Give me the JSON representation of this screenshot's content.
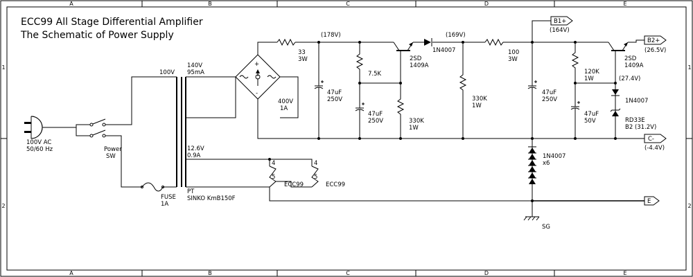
{
  "title_line1": "ECC99 All Stage Differential Amplifier",
  "title_line2": "The Schematic of Power Supply",
  "frame": {
    "cols": [
      "A",
      "B",
      "C",
      "D",
      "E"
    ],
    "rows": [
      "1",
      "2"
    ]
  },
  "labels": {
    "ac_in": "100V AC",
    "ac_freq": "50/60 Hz",
    "power_sw": "Power",
    "power_sw2": "SW",
    "fuse": "FUSE",
    "fuse_rating": "1A",
    "primary_v": "100V",
    "sec_hv_v": "140V",
    "sec_hv_i": "95mA",
    "sec_lv_v": "12.6V",
    "sec_lv_i": "0.9A",
    "pt": "PT",
    "pt_model": "SINKO KmB150F",
    "bridge_v": "400V",
    "bridge_i": "1A",
    "r1_val": "33",
    "r1_w": "3W",
    "node_178": "(178V)",
    "c1_val": "47uF",
    "c1_v": "250V",
    "r2_val": "7.5K",
    "c2_val": "47uF",
    "c2_v": "250V",
    "r3_val": "330K",
    "r3_w": "1W",
    "q1_name": "2SD",
    "q1_part": "1409A",
    "d1": "1N4007",
    "node_169": "(169V)",
    "r4_val": "330K",
    "r4_w": "1W",
    "r5_val": "100",
    "r5_w": "3W",
    "b1_tag": "B1+",
    "b1_v": "(164V)",
    "c3_val": "47uF",
    "c3_v": "250V",
    "r6_val": "120K",
    "r6_w": "1W",
    "c4_val": "47uF",
    "c4_v": "50V",
    "q2_name": "2SD",
    "q2_part": "1409A",
    "node_274": "(27.4V)",
    "d2": "1N4007",
    "zener": "RD33E",
    "zener_v": "B2 (31.2V)",
    "b2_tag": "B2+",
    "b2_v": "(26.5V)",
    "c_tag": "C-",
    "c_v": "(-4.4V)",
    "dstack": "1N4007",
    "dstack_n": "x6",
    "e_tag": "E",
    "sg": "SG",
    "tube1": "ECC99",
    "tube2": "ECC99",
    "pin4a": "4",
    "pin5a": "5",
    "pin4b": "4",
    "pin5b": "5",
    "bridge_plus": "+",
    "bridge_minus": "-"
  }
}
